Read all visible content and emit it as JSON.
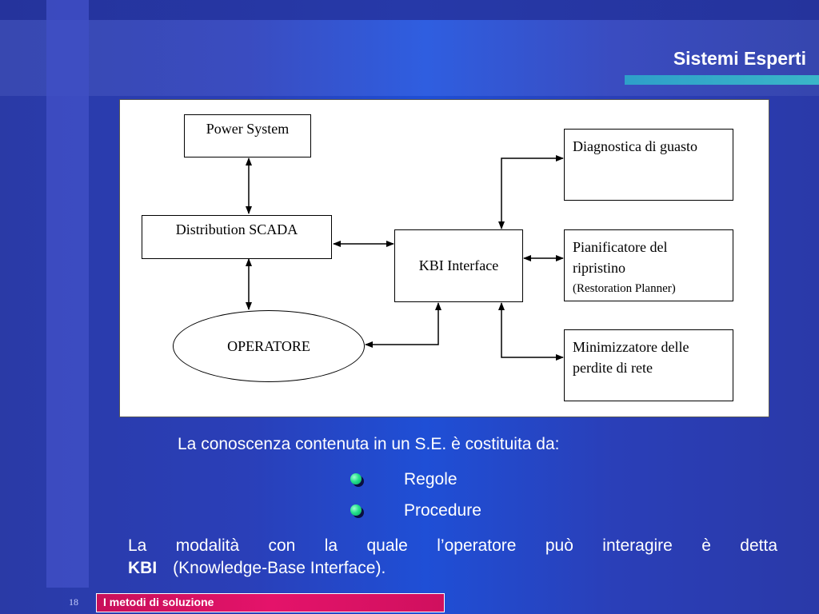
{
  "slide": {
    "title": "Sistemi Esperti",
    "page_number": "18",
    "footer": "I metodi di soluzione"
  },
  "diagram": {
    "nodes": {
      "power_system": "Power System",
      "distribution_scada": "Distribution SCADA",
      "operatore": "OPERATORE",
      "kbi_interface": "KBI Interface",
      "diagnostica": "Diagnostica di guasto",
      "pianificatore_main": "Pianificatore del ripristino",
      "pianificatore_sub": "(Restoration Planner)",
      "minimizzatore": "Minimizzatore delle perdite di rete"
    }
  },
  "body": {
    "intro": "La conoscenza contenuta in un S.E. è costituita da:",
    "bullets": [
      "Regole",
      "Procedure"
    ],
    "paragraph_line1": "La modalità con la quale l’operatore può interagire è detta",
    "kbi": "KBI",
    "kbi_expansion": "(Knowledge-Base Interface)."
  },
  "colors": {
    "background": "#2a3fb8",
    "accent_line": "#3ab6c8",
    "footer_bg": "#e4136a",
    "bullet": "#22e08a"
  }
}
